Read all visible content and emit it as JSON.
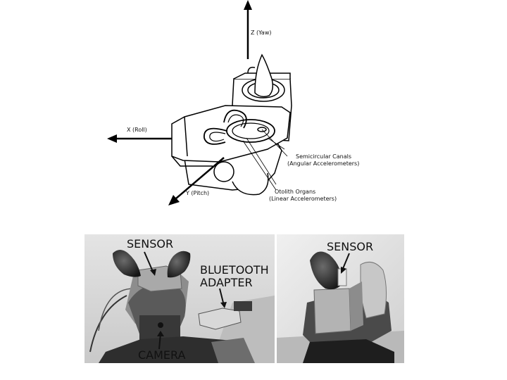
{
  "diagram": {
    "axes": {
      "z": "Z (Yaw)",
      "x": "X (Roll)",
      "y": "Y (Pitch)"
    },
    "callouts": {
      "canals_1": "Semicircular Canals",
      "canals_2": "(Angular Accelerometers)",
      "otolith_1": "Otolith Organs",
      "otolith_2": "(Linear Accelerometers)"
    }
  },
  "photos": {
    "left": {
      "sensor": "SENSOR",
      "bluetooth_1": "BLUETOOTH",
      "bluetooth_2": "ADAPTER",
      "camera": "CAMERA"
    },
    "right": {
      "sensor": "SENSOR"
    }
  }
}
